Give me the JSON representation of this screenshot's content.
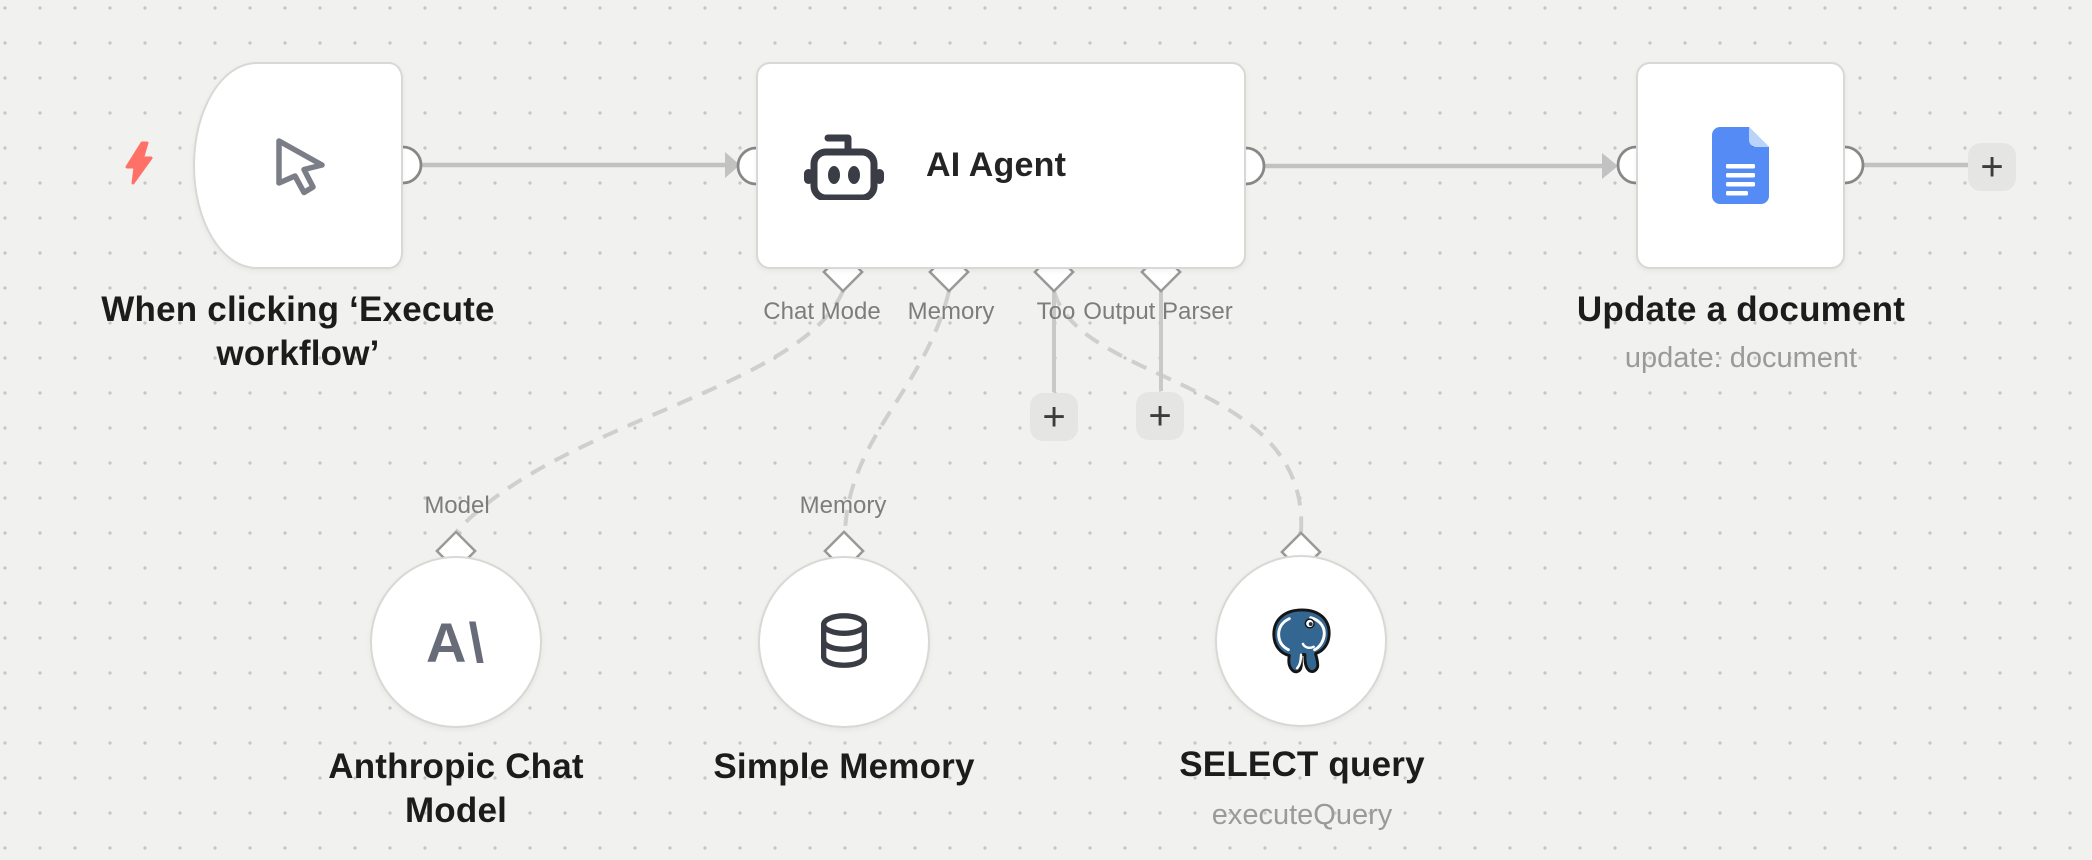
{
  "nodes": {
    "trigger": {
      "title": "When clicking ‘Execute workflow’"
    },
    "agent": {
      "title": "AI Agent",
      "connectors": [
        {
          "label": "Chat Mode"
        },
        {
          "label": "Memory"
        },
        {
          "label": "Too"
        },
        {
          "label": "Output Parser"
        }
      ]
    },
    "update_document": {
      "title": "Update a document",
      "subtitle": "update: document"
    },
    "anthropic_chat_model": {
      "title": "Anthropic Chat Model",
      "connector_label": "Model",
      "logo_text": "A\\"
    },
    "simple_memory": {
      "title": "Simple Memory",
      "connector_label": "Memory"
    },
    "select_query": {
      "title": "SELECT query",
      "subtitle": "executeQuery"
    }
  },
  "buttons": {
    "add_tool": "+",
    "add_output_parser": "+",
    "add_next_node": "+"
  },
  "colors": {
    "canvas_bg": "#f1f1ef",
    "grid_dot": "#c6c6c4",
    "node_bg": "#ffffff",
    "node_border": "#d8d8d5",
    "edge": "#c2c2c2",
    "edge_dashed": "#cfcfcf",
    "port_stroke": "#888888",
    "title_text": "#1c1c1c",
    "subtitle_text": "#9a9a9a",
    "conn_label_text": "#7d7d7d",
    "plus_bg": "#e5e5e3",
    "plus_glyph": "#3c3c3c",
    "lightning": "#ff7166",
    "icon_dark": "#3a3d45",
    "cursor_gray": "#7b7e86",
    "docs_blue": "#548bf4",
    "docs_fold": "#b9d3fb",
    "anthropic_gray": "#686b78",
    "postgres_blue": "#336791"
  }
}
